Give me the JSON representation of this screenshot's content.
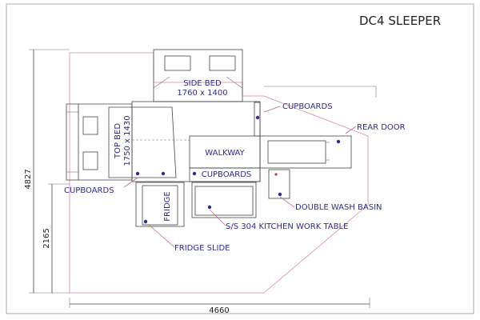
{
  "title": "DC4 SLEEPER",
  "labels": {
    "side_bed": "SIDE BED",
    "side_bed_size": "1760 x 1400",
    "top_bed": "TOP BED",
    "top_bed_size": "1750 x 1430",
    "walkway": "WALKWAY",
    "cupboards_top": "CUPBOARDS",
    "cupboards_mid": "CUPBOARDS",
    "cupboards_left": "CUPBOARDS",
    "rear_door": "REAR DOOR",
    "fridge": "FRIDGE",
    "double_wash_basin": "DOUBLE WASH BASIN",
    "kitchen_work_table": "S/S 304 KITCHEN WORK TABLE",
    "fridge_slide": "FRIDGE SLIDE"
  },
  "dimensions": {
    "overall_length": "4827",
    "partial_length": "2165",
    "width": "4660"
  },
  "colors": {
    "label": "#2c2c8a",
    "leader": "#c36a80",
    "outline": "#d88a9a",
    "line": "#444444"
  }
}
